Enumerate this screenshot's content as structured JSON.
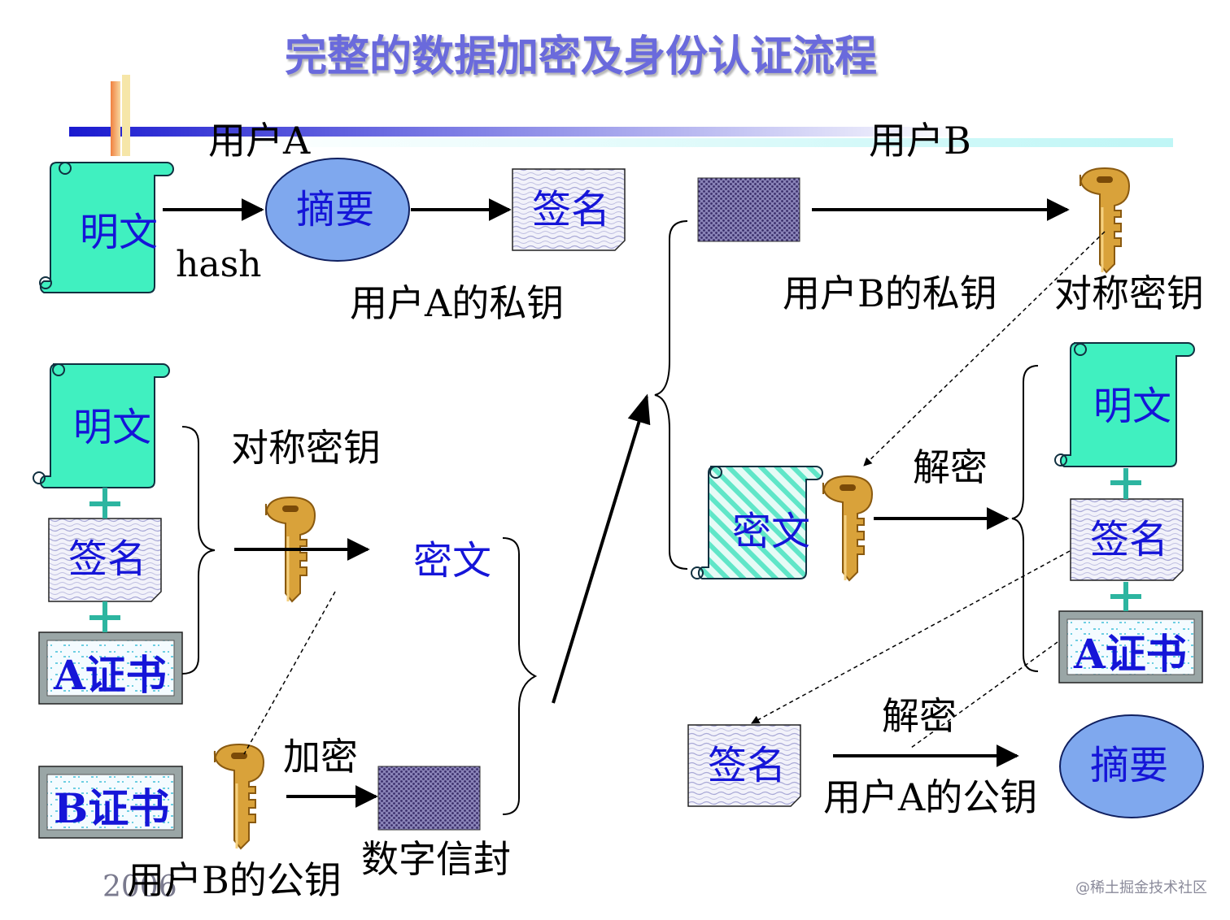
{
  "title": "完整的数据加密及身份认证流程",
  "user_a": "用户A",
  "user_b": "用户B",
  "plaintext": "明文",
  "digest": "摘要",
  "signature": "签名",
  "hash": "hash",
  "user_a_private_key": "用户A的私钥",
  "user_b_private_key": "用户B的私钥",
  "symmetric_key": "对称密钥",
  "ciphertext": "密文",
  "a_certificate": "A证书",
  "b_certificate": "B证书",
  "encrypt": "加密",
  "decrypt": "解密",
  "digital_envelope": "数字信封",
  "user_b_public_key": "用户B的公钥",
  "user_a_public_key": "用户A的公钥",
  "year": "2006",
  "watermark": "@稀土掘金技术社区",
  "colors": {
    "title": "#6a6adc",
    "scroll": "#40f0c0",
    "digest": "#7fa8ee",
    "text": "#1515d8",
    "key": "#d9a23a",
    "envelope": "#5a4a8a"
  }
}
